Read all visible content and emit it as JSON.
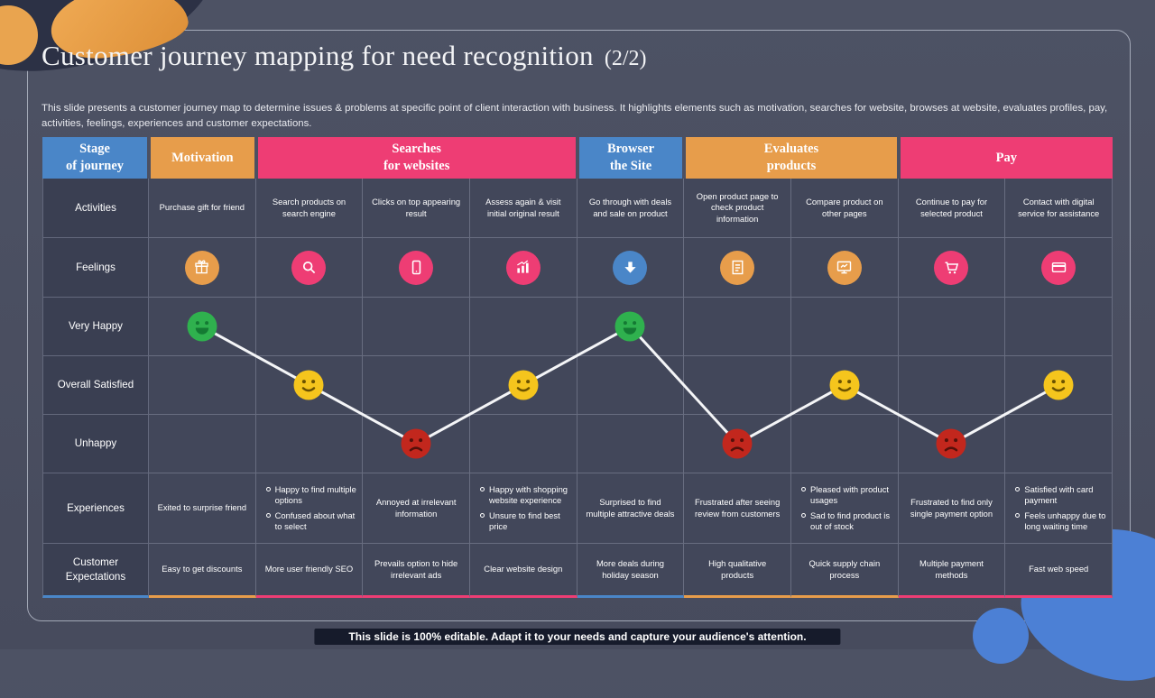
{
  "slide": {
    "title": "Customer journey mapping for need recognition",
    "title_suffix": "(2/2)",
    "description": "This slide presents a customer journey map to determine issues & problems at specific point of client interaction with business. It highlights elements such as motivation, searches for website, browses at website, evaluates profiles, pay, activities, feelings, experiences and customer expectations.",
    "footer": "This slide is 100% editable. Adapt it to your needs and capture your audience's attention."
  },
  "palette": {
    "blue": "#4a86c8",
    "orange": "#e79d4b",
    "pink": "#ee3d74",
    "line": "#f4f5f7",
    "moods": {
      "very_happy": {
        "face": "#2fb14e",
        "features": "#147a33"
      },
      "satisfied": {
        "face": "#f5c51d",
        "features": "#6b5200"
      },
      "unhappy": {
        "face": "#c2271d",
        "features": "#55100a"
      }
    }
  },
  "table": {
    "stage_header": "Stage\nof journey",
    "stage_accent": "blue",
    "header_groups": [
      {
        "label": "Motivation",
        "span": 1,
        "color": "orange"
      },
      {
        "label": "Searches\nfor websites",
        "span": 3,
        "color": "pink"
      },
      {
        "label": "Browser\nthe Site",
        "span": 1,
        "color": "blue"
      },
      {
        "label": "Evaluates\nproducts",
        "span": 2,
        "color": "orange"
      },
      {
        "label": "Pay",
        "span": 2,
        "color": "pink"
      }
    ],
    "row_labels": {
      "activities": "Activities",
      "feelings": "Feelings",
      "very_happy": "Very Happy",
      "satisfied": "Overall Satisfied",
      "unhappy": "Unhappy",
      "experiences": "Experiences",
      "expectations": "Customer Expectations"
    },
    "columns": [
      {
        "activity": "Purchase gift for friend",
        "feeling_icon": "gift-icon",
        "icon_color": "orange",
        "mood": "very_happy",
        "experience": [
          "Exited to surprise friend"
        ],
        "experience_bulleted": false,
        "expectation": "Easy to get discounts",
        "accent": "orange"
      },
      {
        "activity": "Search products on search engine",
        "feeling_icon": "search-icon",
        "icon_color": "pink",
        "mood": "satisfied",
        "experience": [
          "Happy to find multiple options",
          "Confused about what to select"
        ],
        "experience_bulleted": true,
        "expectation": "More user friendly SEO",
        "accent": "pink"
      },
      {
        "activity": "Clicks on top appearing result",
        "feeling_icon": "mobile-icon",
        "icon_color": "pink",
        "mood": "unhappy",
        "experience": [
          "Annoyed at irrelevant information"
        ],
        "experience_bulleted": false,
        "expectation": "Prevails option to hide irrelevant ads",
        "accent": "pink"
      },
      {
        "activity": "Assess again & visit initial original result",
        "feeling_icon": "chart-icon",
        "icon_color": "pink",
        "mood": "satisfied",
        "experience": [
          "Happy with shopping website experience",
          "Unsure to find best price"
        ],
        "experience_bulleted": true,
        "expectation": "Clear website design",
        "accent": "pink"
      },
      {
        "activity": "Go through with deals and sale on product",
        "feeling_icon": "download-icon",
        "icon_color": "blue",
        "mood": "very_happy",
        "experience": [
          "Surprised to find multiple attractive deals"
        ],
        "experience_bulleted": false,
        "expectation": "More deals during holiday season",
        "accent": "blue"
      },
      {
        "activity": "Open product page to check product information",
        "feeling_icon": "checklist-icon",
        "icon_color": "orange",
        "mood": "unhappy",
        "experience": [
          "Frustrated after seeing review from customers"
        ],
        "experience_bulleted": false,
        "expectation": "High qualitative products",
        "accent": "orange"
      },
      {
        "activity": "Compare product on other pages",
        "feeling_icon": "monitor-icon",
        "icon_color": "orange",
        "mood": "satisfied",
        "experience": [
          "Pleased with product usages",
          "Sad to find product is out of stock"
        ],
        "experience_bulleted": true,
        "expectation": "Quick supply chain process",
        "accent": "orange"
      },
      {
        "activity": "Continue to pay for selected product",
        "feeling_icon": "cart-icon",
        "icon_color": "pink",
        "mood": "unhappy",
        "experience": [
          "Frustrated to find only single payment option"
        ],
        "experience_bulleted": false,
        "expectation": "Multiple payment methods",
        "accent": "pink"
      },
      {
        "activity": "Contact with digital service for assistance",
        "feeling_icon": "credit-card-icon",
        "icon_color": "pink",
        "mood": "satisfied",
        "experience": [
          "Satisfied with card payment",
          "Feels unhappy due to long waiting time"
        ],
        "experience_bulleted": true,
        "expectation": "Fast web speed",
        "accent": "pink"
      }
    ]
  }
}
